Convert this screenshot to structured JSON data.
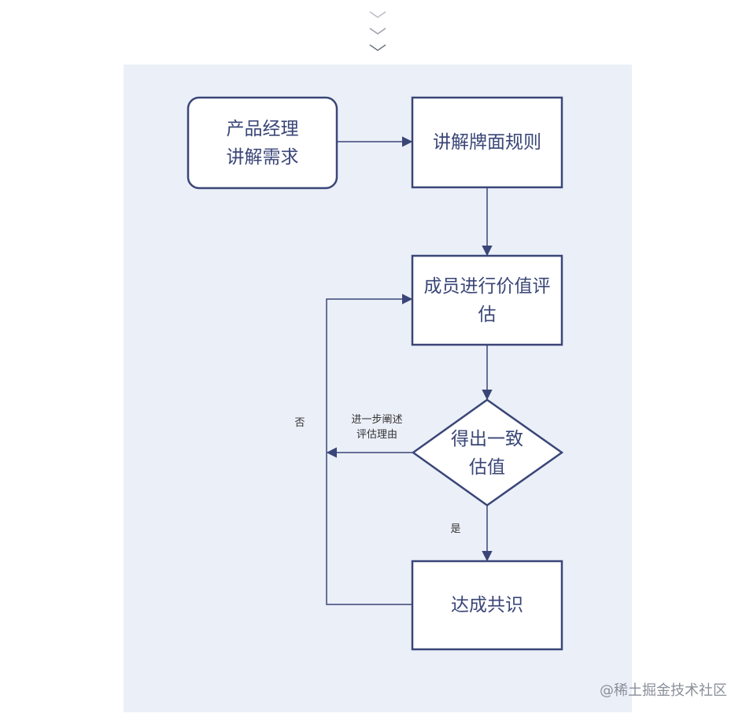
{
  "diagram": {
    "nodes": {
      "pm_explain": "产品经理\n讲解需求",
      "explain_rules": "讲解牌面规则",
      "member_eval": "成员进行价值评\n估",
      "consensus_check": "得出一致\n估值",
      "reach_consensus": "达成共识"
    },
    "edge_labels": {
      "no": "否",
      "yes": "是",
      "elaborate": "进一步阐述\n评估理由"
    }
  },
  "watermark": "@稀土掘金技术社区",
  "colors": {
    "stroke": "#3a4677",
    "canvas_bg": "#ebeff8",
    "node_fill": "#ffffff"
  }
}
